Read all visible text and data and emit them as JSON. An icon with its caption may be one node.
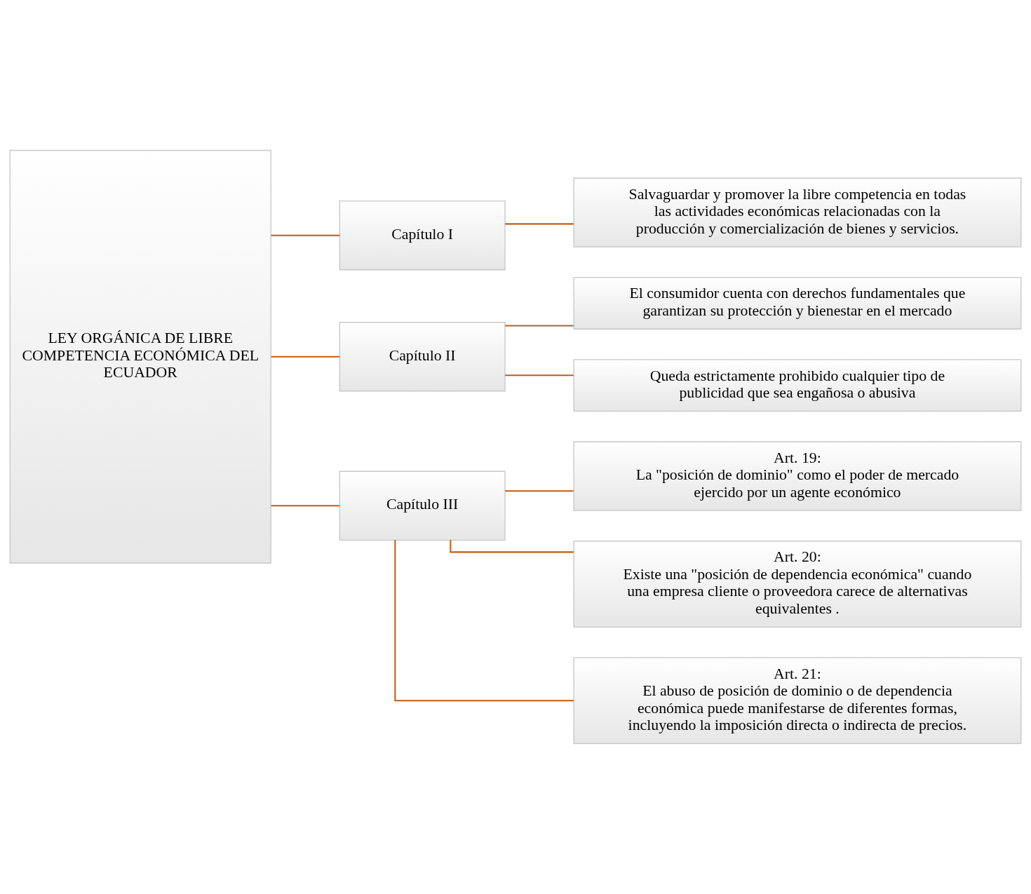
{
  "diagram": {
    "nodes": [
      {
        "text": [
          "LEY ORGÁNICA DE LIBRE COMPETENCIA ECONÓMICA DEL ECUADOR"
        ]
      },
      {
        "text": [
          "Capítulo I"
        ]
      },
      {
        "text": [
          "Capítulo II"
        ]
      },
      {
        "text": [
          "Capítulo III"
        ]
      },
      {
        "text": [
          "Salvaguardar y promover la libre competencia en todas las actividades económicas relacionadas con la producción y comercialización de bienes y servicios."
        ]
      },
      {
        "text": [
          "El consumidor cuenta con derechos fundamentales que garantizan su protección y bienestar en el mercado"
        ]
      },
      {
        "text": [
          "Queda estrictamente prohibido cualquier tipo de publicidad que sea engañosa o abusiva"
        ]
      },
      {
        "text": [
          "Art. 19:",
          "La \"posición de dominio\" como el poder de mercado ejercido por un agente económico"
        ]
      },
      {
        "text": [
          "Art. 20:",
          "Existe una \"posición de dependencia económica\" cuando una empresa cliente o proveedora carece de alternativas equivalentes ."
        ]
      },
      {
        "text": [
          "Art. 21:",
          "El abuso de posición de dominio o de dependencia económica puede manifestarse de diferentes formas, incluyendo la imposición directa o indirecta de precios."
        ]
      }
    ],
    "edges": [
      {
        "from": 0,
        "to": 1,
        "arrow": "none"
      },
      {
        "from": 0,
        "to": 2,
        "arrow": "none"
      },
      {
        "from": 0,
        "to": 3,
        "arrow": "none"
      },
      {
        "from": 1,
        "to": 4,
        "arrow": "none"
      },
      {
        "from": 2,
        "to": 5,
        "arrow": "none"
      },
      {
        "from": 2,
        "to": 6,
        "arrow": "none"
      },
      {
        "from": 3,
        "to": 7,
        "arrow": "none"
      },
      {
        "from": 3,
        "to": 8,
        "arrow": "none"
      },
      {
        "from": 3,
        "to": 9,
        "arrow": "none"
      }
    ]
  }
}
